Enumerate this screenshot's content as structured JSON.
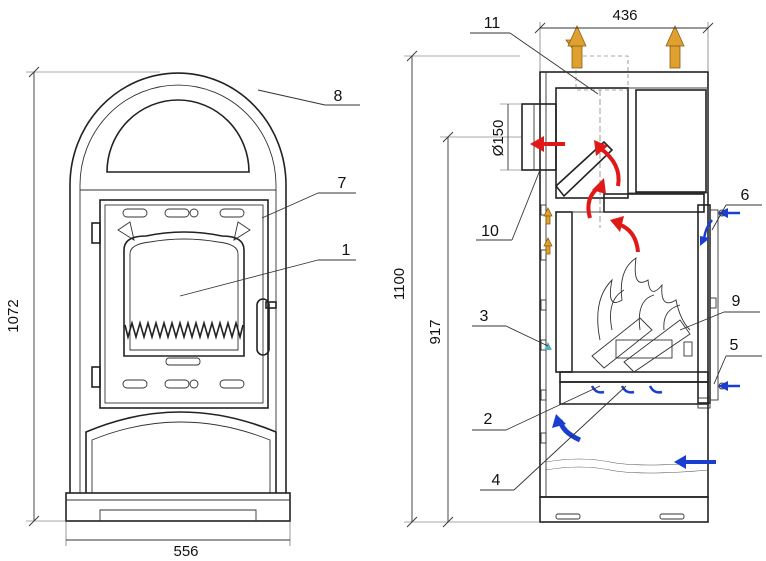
{
  "dimensions": {
    "front_height": "1072",
    "front_width": "556",
    "side_height": "1100",
    "side_inlet_height": "917",
    "side_width": "436",
    "flue_diameter": "Ø150"
  },
  "callouts": {
    "front": [
      "8",
      "7",
      "1"
    ],
    "side": [
      "11",
      "6",
      "10",
      "9",
      "3",
      "5",
      "2",
      "4"
    ]
  },
  "colors": {
    "hot_air": "#e01818",
    "cool_air": "#1a3fd0",
    "convection": "#e0a030",
    "insulation": "#cfcfcf",
    "line": "#222222"
  }
}
